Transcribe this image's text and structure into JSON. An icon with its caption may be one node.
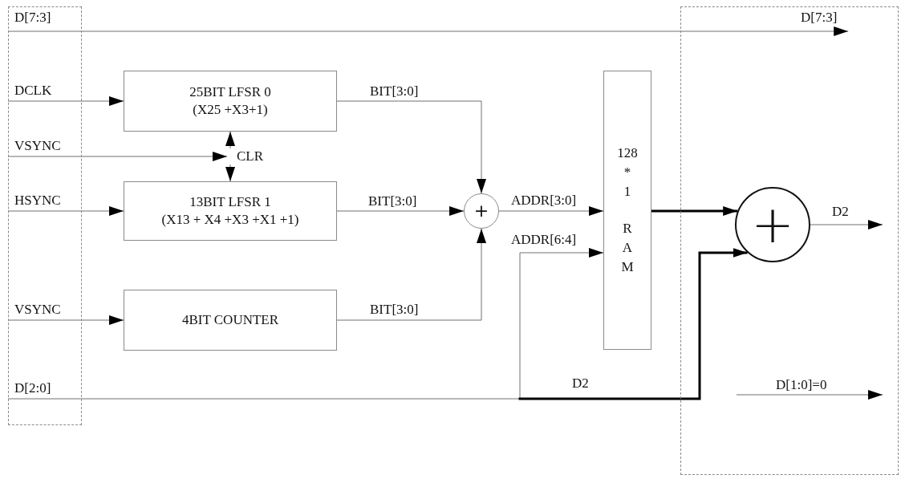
{
  "diagram": {
    "nodes": [
      {
        "text": [],
        "shape": "box"
      },
      {
        "text": [
          "D[7:3]"
        ],
        "in": 0
      },
      {
        "text": [
          "DCLK"
        ],
        "in": 0
      },
      {
        "text": [
          "VSYNC"
        ],
        "in": 0
      },
      {
        "text": [
          "HSYNC"
        ],
        "in": 0
      },
      {
        "text": [
          "VSYNC"
        ],
        "in": 0
      },
      {
        "text": [
          "D[2:0]"
        ],
        "in": 0
      },
      {
        "text": [
          "25BIT LFSR 0",
          "(X25 +X3+1)"
        ]
      },
      {
        "text": [
          "CLR"
        ]
      },
      {
        "text": [
          "13BIT LFSR 1",
          "(X13 + X4 +X3 +X1 +1)"
        ]
      },
      {
        "text": [
          "4BIT COUNTER"
        ]
      },
      {
        "text": [
          "+"
        ]
      },
      {
        "text": [
          "128 * 1",
          "R A M"
        ]
      },
      {
        "text": [],
        "shape": "box"
      },
      {
        "text": [
          "D[7:3]"
        ],
        "in": 13
      },
      {
        "text": [
          "+"
        ],
        "in": 13
      }
    ],
    "edges": [
      {
        "from": 1,
        "to": 14,
        "arrow": "to"
      },
      {
        "from": 2,
        "to": 7,
        "arrow": "to"
      },
      {
        "from": 3,
        "to": 8,
        "arrow": "to"
      },
      {
        "from": 8,
        "to": 7,
        "arrow": "to"
      },
      {
        "from": 8,
        "to": 9,
        "arrow": "to"
      },
      {
        "from": 4,
        "to": 9,
        "arrow": "to"
      },
      {
        "from": 5,
        "to": 10,
        "arrow": "to"
      },
      {
        "from": 7,
        "to": 11,
        "arrow": "to",
        "label": "BIT[3:0]"
      },
      {
        "from": 9,
        "to": 11,
        "arrow": "to",
        "label": "BIT[3:0]"
      },
      {
        "from": 10,
        "to": 11,
        "arrow": "to",
        "label": "BIT[3:0]"
      },
      {
        "from": 11,
        "to": 12,
        "arrow": "to",
        "label": "ADDR[3:0]"
      },
      {
        "from": 6,
        "to": 12,
        "arrow": "to",
        "label": "ADDR[6:4]"
      },
      {
        "from": 6,
        "to": 15,
        "arrow": "to",
        "label": "D2",
        "style": "thick",
        "color": "#000000"
      },
      {
        "from": 12,
        "to": 15,
        "arrow": "to",
        "style": "thick",
        "color": "#000000"
      },
      {
        "from": 15,
        "to": null,
        "arrow": "to",
        "label": "D2"
      }
    ],
    "labels": [
      "D[1:0]=0"
    ]
  }
}
